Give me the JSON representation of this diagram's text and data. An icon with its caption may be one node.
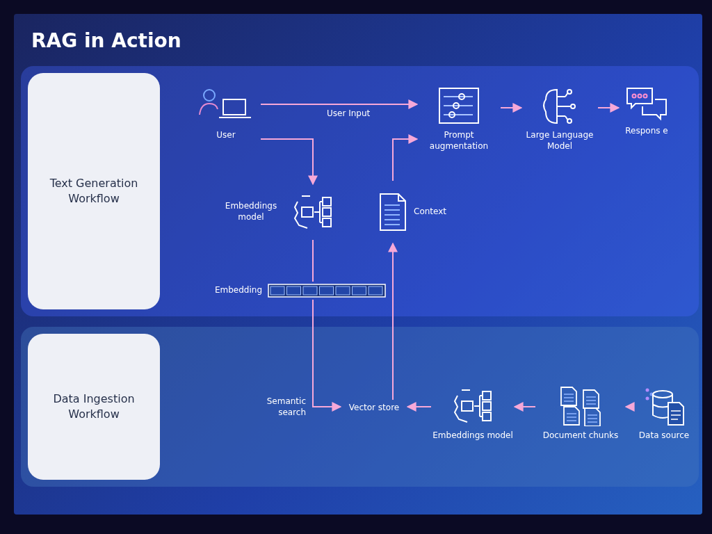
{
  "diagram": {
    "title": "RAG in Action",
    "nodes": [
      {
        "text": [
          "Text Generation Workflow"
        ]
      },
      {
        "text": [
          "Data Ingestion Workflow"
        ]
      },
      {
        "text": [
          "User"
        ]
      },
      {
        "text": [
          "Prompt augmentation"
        ]
      },
      {
        "text": [
          "Large Language Model"
        ]
      },
      {
        "text": [
          "Respons e"
        ]
      },
      {
        "text": [
          "Embeddings model"
        ]
      },
      {
        "text": [
          "Context"
        ]
      },
      {
        "text": [
          "Embedding"
        ]
      },
      {
        "text": [
          "Vector store"
        ]
      },
      {
        "text": [
          "Embeddings model"
        ]
      },
      {
        "text": [
          "Document chunks"
        ]
      },
      {
        "text": [
          "Data source"
        ]
      }
    ],
    "edges": [
      {
        "from": 2,
        "to": 3,
        "arrow": "to",
        "label": "User Input"
      },
      {
        "from": 2,
        "to": 6,
        "arrow": "to"
      },
      {
        "from": 6,
        "to": 8,
        "arrow": "none"
      },
      {
        "from": 8,
        "to": 9,
        "arrow": "to",
        "label": "Semantic search"
      },
      {
        "from": 9,
        "to": 7,
        "arrow": "to"
      },
      {
        "from": 7,
        "to": 3,
        "arrow": "to"
      },
      {
        "from": 3,
        "to": 4,
        "arrow": "to"
      },
      {
        "from": 4,
        "to": 5,
        "arrow": "to"
      },
      {
        "from": 12,
        "to": 11,
        "arrow": "to"
      },
      {
        "from": 11,
        "to": 10,
        "arrow": "to"
      },
      {
        "from": 10,
        "to": 9,
        "arrow": "to"
      }
    ]
  }
}
